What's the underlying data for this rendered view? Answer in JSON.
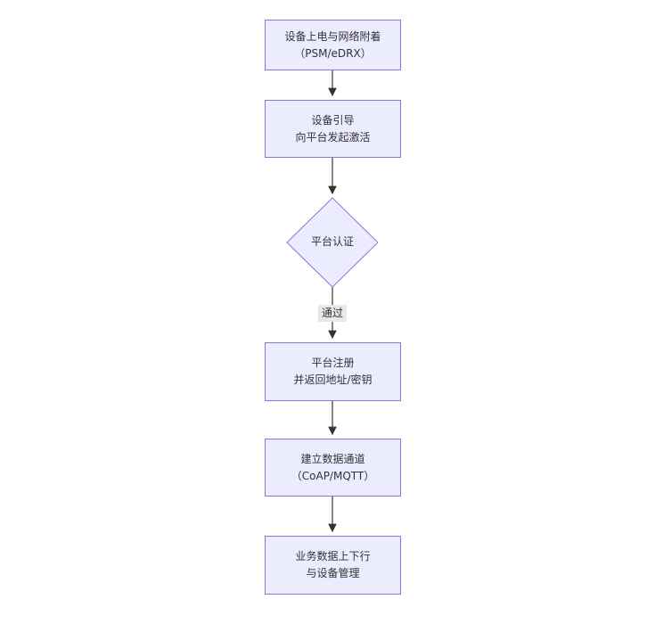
{
  "diagram": {
    "type": "flowchart-top-down",
    "colors": {
      "node_fill": "#ECECFF",
      "node_border": "#9370DB",
      "edge_color": "#333333",
      "text_color": "#333333",
      "edge_label_bg": "#e8e8e8",
      "background": "#ffffff"
    },
    "nodes": [
      {
        "id": "power-attach",
        "shape": "rect",
        "line1": "设备上电与网络附着",
        "line2": "（PSM/eDRX）"
      },
      {
        "id": "bootstrap-activate",
        "shape": "rect",
        "line1": "设备引导",
        "line2": "向平台发起激活"
      },
      {
        "id": "platform-auth",
        "shape": "diamond",
        "label": "平台认证"
      },
      {
        "id": "platform-register",
        "shape": "rect",
        "line1": "平台注册",
        "line2": "并返回地址/密钥"
      },
      {
        "id": "data-channel",
        "shape": "rect",
        "line1": "建立数据通道",
        "line2": "（CoAP/MQTT）"
      },
      {
        "id": "business-data",
        "shape": "rect",
        "line1": "业务数据上下行",
        "line2": "与设备管理"
      }
    ],
    "edges": [
      {
        "from": "power-attach",
        "to": "bootstrap-activate",
        "label": ""
      },
      {
        "from": "bootstrap-activate",
        "to": "platform-auth",
        "label": ""
      },
      {
        "from": "platform-auth",
        "to": "platform-register",
        "label": "通过"
      },
      {
        "from": "platform-register",
        "to": "data-channel",
        "label": ""
      },
      {
        "from": "data-channel",
        "to": "business-data",
        "label": ""
      }
    ]
  }
}
